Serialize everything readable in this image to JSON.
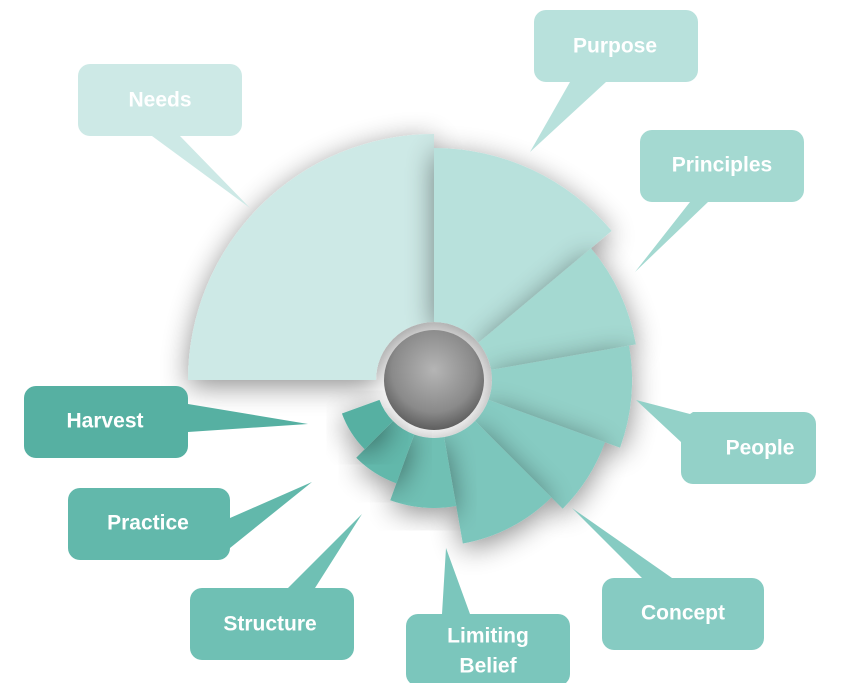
{
  "diagram": {
    "segments": [
      {
        "id": "needs",
        "label": [
          "Needs"
        ],
        "color": "#cde9e6"
      },
      {
        "id": "purpose",
        "label": [
          "Purpose"
        ],
        "color": "#b8e1dc"
      },
      {
        "id": "principles",
        "label": [
          "Principles"
        ],
        "color": "#a4d9d1"
      },
      {
        "id": "people",
        "label": [
          "People"
        ],
        "color": "#93d1c8"
      },
      {
        "id": "concept",
        "label": [
          "Concept"
        ],
        "color": "#86cbc2"
      },
      {
        "id": "limiting-belief",
        "label": [
          "Limiting",
          "Belief"
        ],
        "color": "#7bc6bc"
      },
      {
        "id": "structure",
        "label": [
          "Structure"
        ],
        "color": "#6fc0b4"
      },
      {
        "id": "practice",
        "label": [
          "Practice"
        ],
        "color": "#62b8ab"
      },
      {
        "id": "harvest",
        "label": [
          "Harvest"
        ],
        "color": "#56b0a2"
      }
    ],
    "hub_color": "#8a8a8a"
  }
}
